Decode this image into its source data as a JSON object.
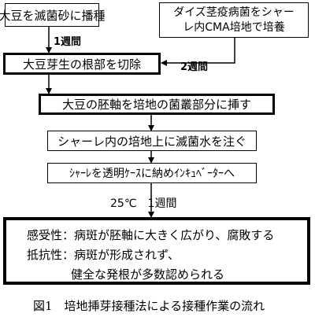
{
  "flow": {
    "step1": "大豆を滅菌砂に播種",
    "fungus": [
      "ダイズ茎疫病菌をシャー",
      "レ内CMA培地で培養"
    ],
    "interval1": "1週間",
    "step2": "大豆芽生の根部を切除",
    "interval2": "2週間",
    "step3": "大豆の胚軸を培地の菌叢部分に挿す",
    "step4": "シャーレ内の培地上に滅菌水を注ぐ",
    "step5": "ｼｬｰﾚを透明ｹｰｽに納めｲﾝｷｭﾍﾞｰﾀｰへ",
    "incubation": "25℃　1週間",
    "result": {
      "susceptible": "感受性：病斑が胚軸に大きく広がり、腐敗する",
      "resistant": "抵抗性：病斑が形成されず、",
      "resistant_cont": "健全な発根が多数認められる"
    }
  },
  "caption": "図1　培地挿芽接種法による接種作業の流れ"
}
